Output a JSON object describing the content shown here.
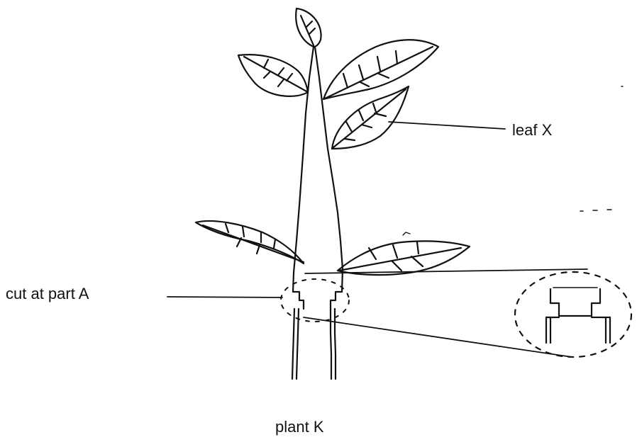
{
  "labels": {
    "leaf": "leaf X",
    "cut": "cut at part A",
    "plant": "plant K"
  }
}
